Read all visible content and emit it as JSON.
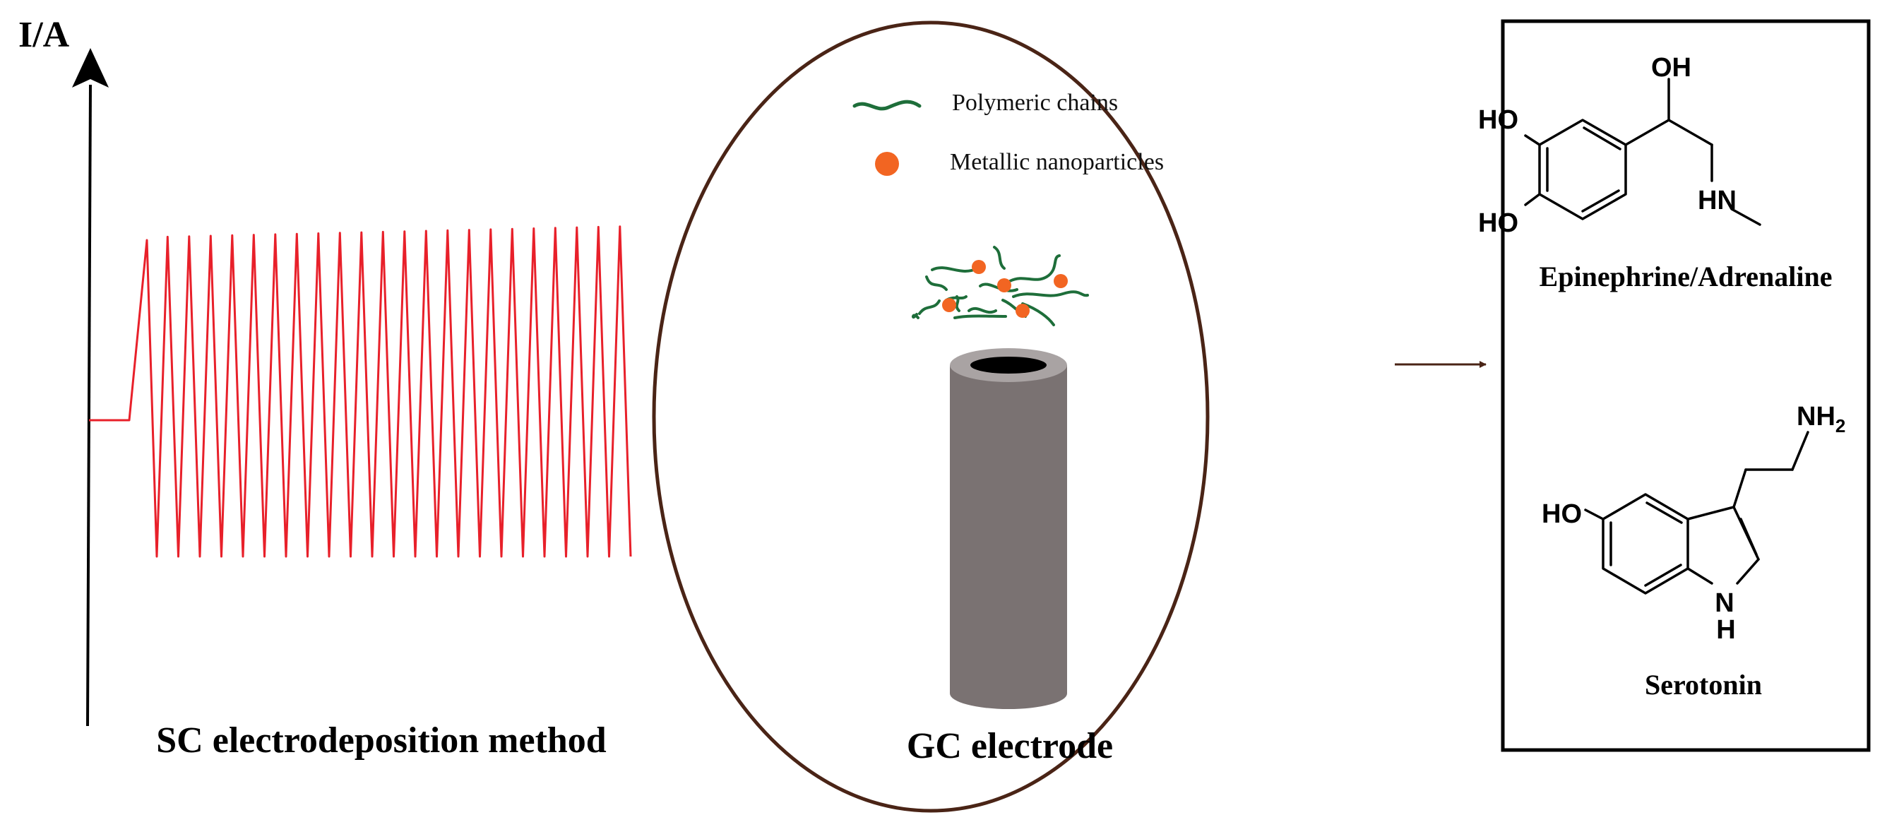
{
  "axis": {
    "label": "I/A"
  },
  "method": {
    "label": "SC electrodeposition method"
  },
  "electrode": {
    "label": "GC electrode"
  },
  "legend": {
    "polymer_label": "Polymeric chains",
    "nanoparticle_label": "Metallic nanoparticles"
  },
  "analytes": {
    "epinephrine": {
      "name": "Epinephrine/Adrenaline",
      "atoms": {
        "oh_top": "OH",
        "ho_upper": "HO",
        "ho_lower": "HO",
        "hn": "HN"
      }
    },
    "serotonin": {
      "name": "Serotonin",
      "atoms": {
        "nh2": "NH",
        "nh2_sub": "2",
        "ho": "HO",
        "n": "N",
        "h": "H"
      }
    },
    "arrow": "flows-to-analytes"
  },
  "waveform": {
    "type": "square-wave-cycles",
    "cycles": 23
  },
  "colors": {
    "waveform": "#e8202a",
    "polymer": "#1e6e3a",
    "nanoparticle": "#f26522",
    "circle": "#4a2416",
    "electrode_body": "#7a7272",
    "electrode_rim": "#a9a3a3",
    "electrode_hole": "#000000",
    "box": "#000000",
    "arrow": "#4a2416"
  },
  "icons": {
    "axis": "arrow-up-icon",
    "polymer": "wavy-chain-icon",
    "nanoparticle": "dot-icon",
    "electrode": "cylinder-icon",
    "arrow": "arrow-right-icon"
  }
}
